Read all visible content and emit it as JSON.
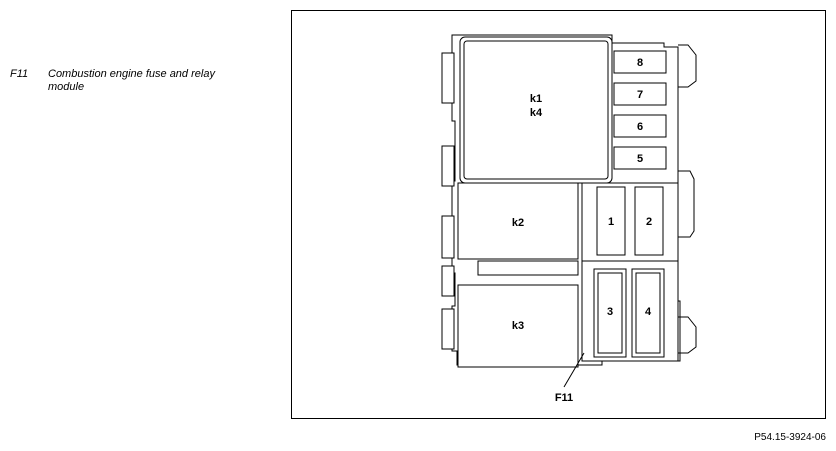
{
  "legend": {
    "code": "F11",
    "description": "Combustion engine fuse and relay module"
  },
  "diagram": {
    "relays": {
      "k1k4_line1": "k1",
      "k1k4_line2": "k4",
      "k2": "k2",
      "k3": "k3"
    },
    "fuses": [
      "8",
      "7",
      "6",
      "5",
      "1",
      "2",
      "3",
      "4"
    ],
    "callout": "F11"
  },
  "reference": "P54.15-3924-06"
}
